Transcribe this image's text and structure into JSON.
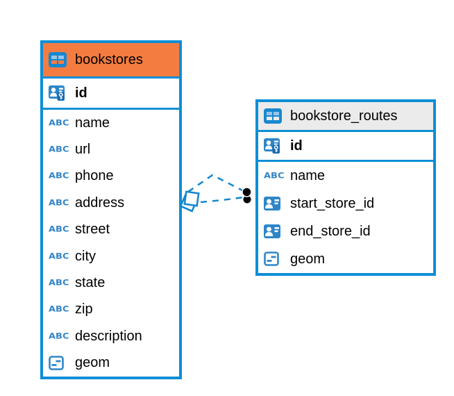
{
  "diagram": {
    "type": "entity-relationship",
    "colors": {
      "accent_blue": "#0d8ed6",
      "line_blue": "#1788cf",
      "icon_blue": "#2e86c8",
      "icon_key_badge_blue": "#1a6bb0",
      "bookstores_header": "#f57c41",
      "routes_header": "#ebebeb",
      "text": "#000000",
      "background": "#ffffff",
      "relationship_dot": "#000000"
    },
    "tables": [
      {
        "name": "bookstores",
        "id_column": {
          "icon": "primary-key",
          "label": "id"
        },
        "columns": [
          {
            "icon": "text-type",
            "label": "name"
          },
          {
            "icon": "text-type",
            "label": "url"
          },
          {
            "icon": "text-type",
            "label": "phone"
          },
          {
            "icon": "text-type",
            "label": "address"
          },
          {
            "icon": "text-type",
            "label": "street"
          },
          {
            "icon": "text-type",
            "label": "city"
          },
          {
            "icon": "text-type",
            "label": "state"
          },
          {
            "icon": "text-type",
            "label": "zip"
          },
          {
            "icon": "text-type",
            "label": "description"
          },
          {
            "icon": "object-type",
            "label": "geom"
          }
        ]
      },
      {
        "name": "bookstore_routes",
        "id_column": {
          "icon": "primary-key",
          "label": "id"
        },
        "columns": [
          {
            "icon": "text-type",
            "label": "name"
          },
          {
            "icon": "foreign-key",
            "label": "start_store_id"
          },
          {
            "icon": "foreign-key",
            "label": "end_store_id"
          },
          {
            "icon": "object-type",
            "label": "geom"
          }
        ]
      }
    ],
    "relationships": [
      {
        "from": "bookstore_routes.start_store_id",
        "to": "bookstores.id",
        "style": "dashed"
      },
      {
        "from": "bookstore_routes.end_store_id",
        "to": "bookstores.id",
        "style": "dashed"
      }
    ]
  },
  "icons": {
    "text_type_label": "ABC"
  }
}
